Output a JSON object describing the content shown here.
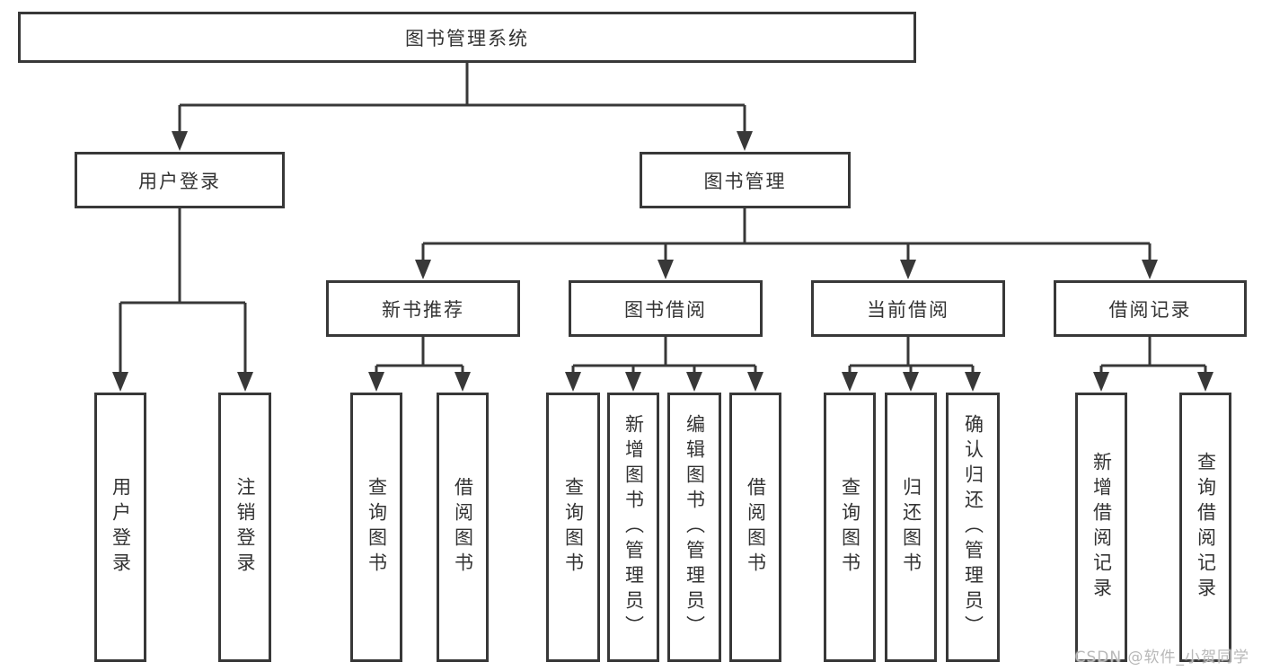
{
  "tree": {
    "label": "图书管理系统",
    "children": [
      {
        "label": "用户登录",
        "children": [
          {
            "label": "用户登录"
          },
          {
            "label": "注销登录"
          }
        ]
      },
      {
        "label": "图书管理",
        "children": [
          {
            "label": "新书推荐",
            "children": [
              {
                "label": "查询图书"
              },
              {
                "label": "借阅图书"
              }
            ]
          },
          {
            "label": "图书借阅",
            "children": [
              {
                "label": "查询图书"
              },
              {
                "label": "新增图书（管理员）"
              },
              {
                "label": "编辑图书（管理员）"
              },
              {
                "label": "借阅图书"
              }
            ]
          },
          {
            "label": "当前借阅",
            "children": [
              {
                "label": "查询图书"
              },
              {
                "label": "归还图书"
              },
              {
                "label": "确认归还（管理员）"
              }
            ]
          },
          {
            "label": "借阅记录",
            "children": [
              {
                "label": "新增借阅记录"
              },
              {
                "label": "查询借阅记录"
              }
            ]
          }
        ]
      }
    ]
  },
  "watermark": "CSDN @软件_小贺同学",
  "colors": {
    "line": "#383838",
    "text": "#333333",
    "watermark": "#b8b8b8",
    "background": "#ffffff"
  }
}
